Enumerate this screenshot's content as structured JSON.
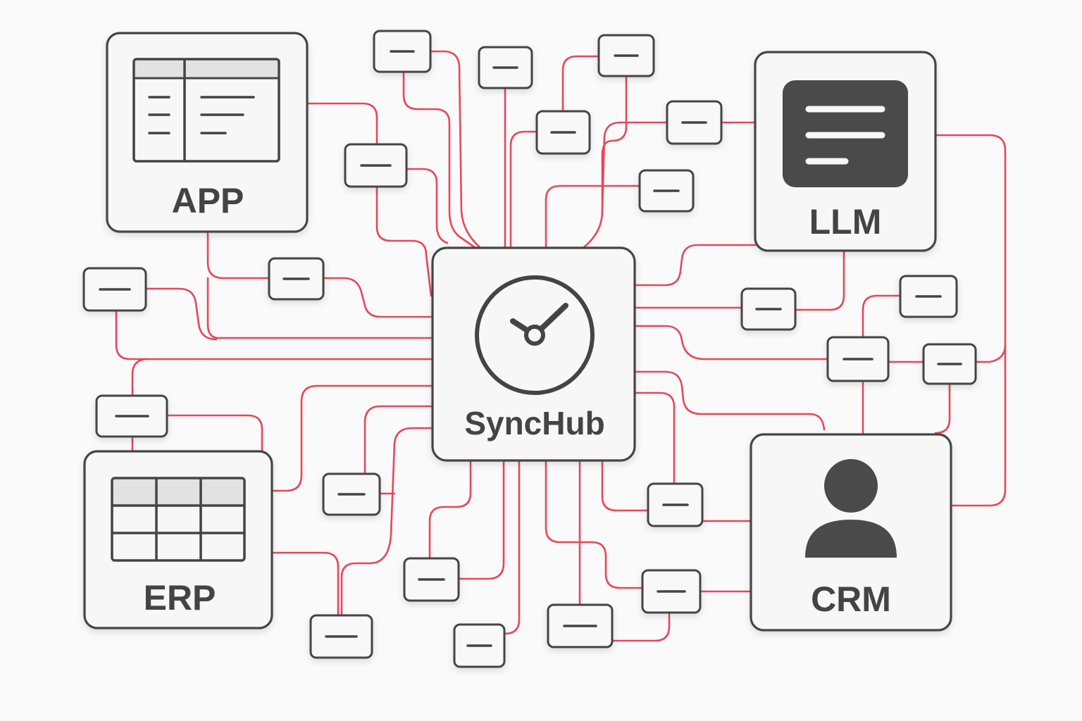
{
  "colors": {
    "wire": "#e8475b",
    "stroke": "#444444",
    "box_fill": "#f7f7f7",
    "background": "#fafafa"
  },
  "nodes": {
    "app": {
      "label": "APP",
      "icon": "table-window-icon"
    },
    "llm": {
      "label": "LLM",
      "icon": "text-lines-icon"
    },
    "hub": {
      "label": "SyncHub",
      "icon": "clock-icon"
    },
    "erp": {
      "label": "ERP",
      "icon": "grid-table-icon"
    },
    "crm": {
      "label": "CRM",
      "icon": "user-icon"
    }
  }
}
